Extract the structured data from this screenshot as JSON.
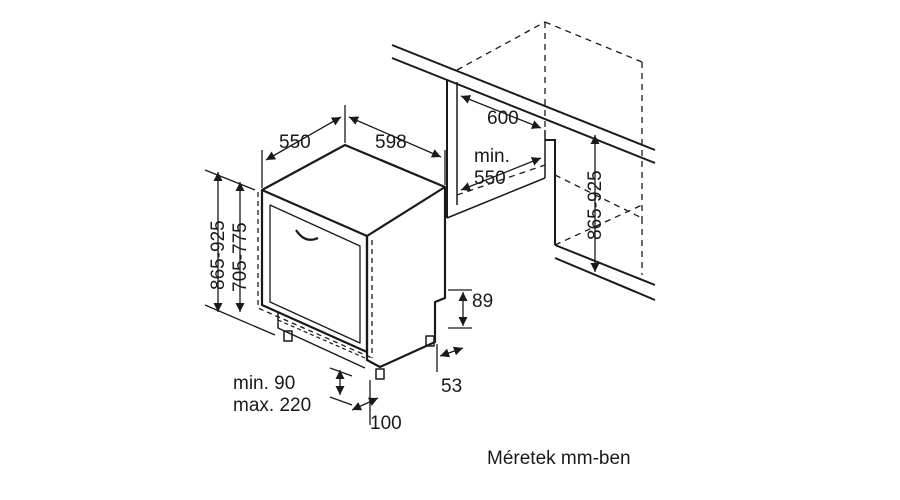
{
  "dimensions": {
    "top_depth": "550",
    "top_width": "598",
    "height_range_outer": "865-925",
    "height_range_inner": "705-775",
    "niche_width": "600",
    "niche_min_depth_line1": "min.",
    "niche_min_depth_line2": "550",
    "niche_height_range": "865-925",
    "toe_height": "89",
    "toe_depth": "53",
    "plinth_min": "min. 90",
    "plinth_max": "max. 220",
    "plinth_depth": "100"
  },
  "caption": "Méretek mm-ben",
  "colors": {
    "line": "#1a1a1a",
    "background": "#ffffff"
  }
}
